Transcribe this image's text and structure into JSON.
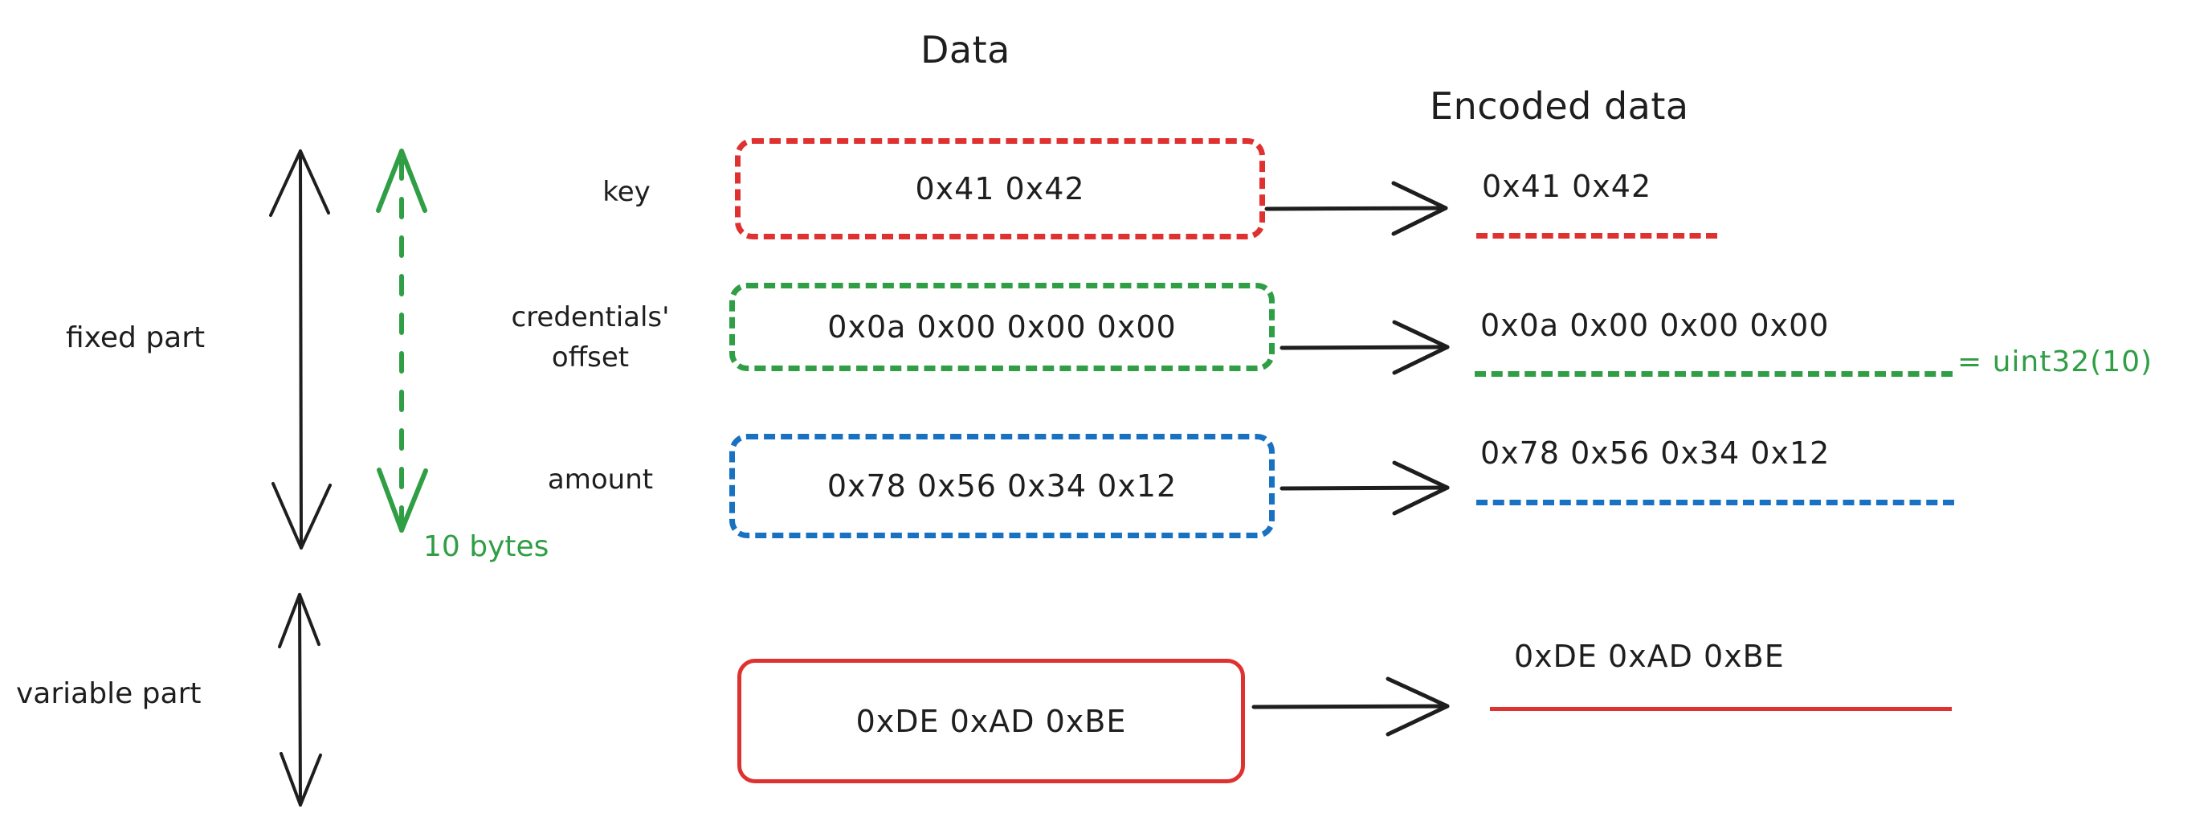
{
  "headings": {
    "data": "Data",
    "encoded_data": "Encoded data"
  },
  "side_annotations": {
    "fixed_part": "fixed part",
    "variable_part": "variable part",
    "byte_count": "10 bytes"
  },
  "field_labels": {
    "key": "key",
    "credentials_offset_line1": "credentials'",
    "credentials_offset_line2": "offset",
    "amount": "amount"
  },
  "rows": [
    {
      "name": "key",
      "color": "#e03131",
      "style": "dashed",
      "data_bytes": "0x41 0x42",
      "encoded_bytes": "0x41 0x42",
      "annotation": ""
    },
    {
      "name": "credentials-offset",
      "color": "#2f9e44",
      "style": "dashed",
      "data_bytes": "0x0a 0x00 0x00 0x00",
      "encoded_bytes": "0x0a 0x00 0x00 0x00",
      "annotation": "= uint32(10)"
    },
    {
      "name": "amount",
      "color": "#1971c2",
      "style": "dashed",
      "data_bytes": "0x78 0x56 0x34 0x12",
      "encoded_bytes": "0x78 0x56 0x34 0x12",
      "annotation": ""
    },
    {
      "name": "variable",
      "color": "#e03131",
      "style": "solid",
      "data_bytes": "0xDE 0xAD 0xBE",
      "encoded_bytes": "0xDE 0xAD 0xBE",
      "annotation": ""
    }
  ],
  "colors": {
    "ink": "#1e1e1e",
    "red": "#e03131",
    "green": "#2f9e44",
    "blue": "#1971c2",
    "background": "#ffffff"
  },
  "icons": {
    "fixed_part_arrow": "double-headed-vertical-arrow-icon",
    "byte_span_arrow": "dashed-double-headed-vertical-arrow-icon",
    "variable_part_arrow": "double-headed-vertical-arrow-icon",
    "encode_arrow": "right-arrow-icon"
  }
}
